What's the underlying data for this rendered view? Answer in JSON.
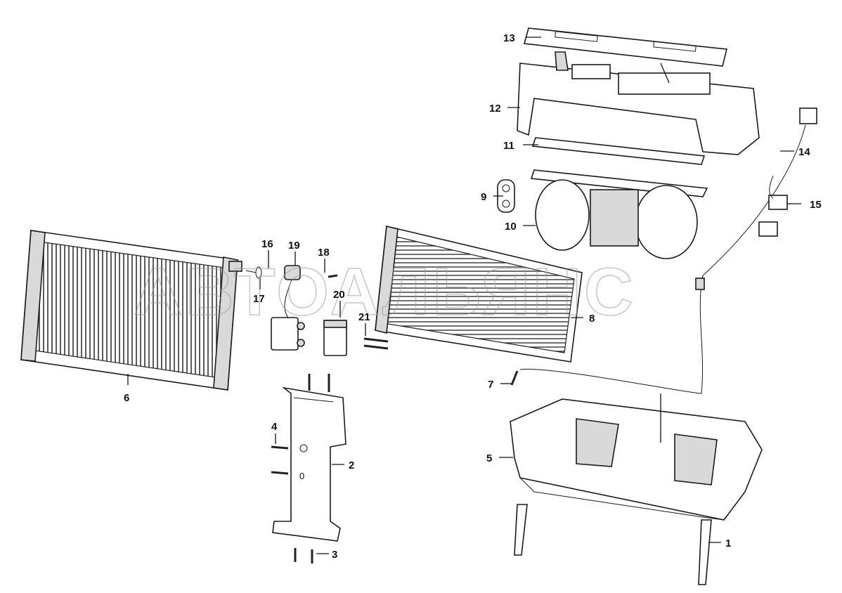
{
  "watermark": "АВТОАЛЬЯНС",
  "callouts": {
    "c1": "1",
    "c2": "2",
    "c3": "3",
    "c4": "4",
    "c5": "5",
    "c6": "6",
    "c7": "7",
    "c8": "8",
    "c9": "9",
    "c10": "10",
    "c11": "11",
    "c12": "12",
    "c13": "13",
    "c14": "14",
    "c15": "15",
    "c16": "16",
    "c17": "17",
    "c18": "18",
    "c19": "19",
    "c20": "20",
    "c21": "21"
  },
  "plate_mark": "0"
}
